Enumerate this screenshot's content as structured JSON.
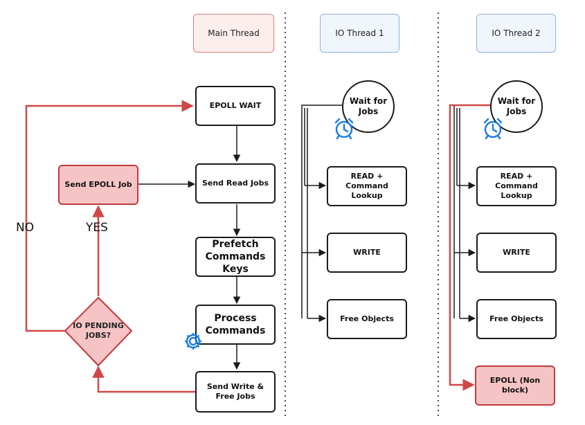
{
  "headers": {
    "main": "Main Thread",
    "io1": "IO Thread 1",
    "io2": "IO Thread 2"
  },
  "main": {
    "epoll_wait": "EPOLL WAIT",
    "send_read": "Send Read Jobs",
    "prefetch": "Prefetch Commands Keys",
    "process": "Process Commands",
    "send_write": "Send Write & Free Jobs",
    "send_epoll": "Send EPOLL Job",
    "decision": "IO PENDING JOBS?"
  },
  "labels": {
    "no": "NO",
    "yes": "YES"
  },
  "io1": {
    "wait": "Wait for Jobs",
    "read": "READ + Command Lookup",
    "write": "WRITE",
    "free": "Free Objects"
  },
  "io2": {
    "wait": "Wait for Jobs",
    "read": "READ + Command Lookup",
    "write": "WRITE",
    "free": "Free Objects",
    "epoll": "EPOLL (Non block)"
  },
  "colors": {
    "red_line": "#d14747",
    "red_fill": "#f6c4c4",
    "blue_icon": "#1f7fe0",
    "ink": "#1a1a1a"
  },
  "icons": {
    "alarm": "alarm-clock-icon",
    "gear": "gear-icon"
  }
}
